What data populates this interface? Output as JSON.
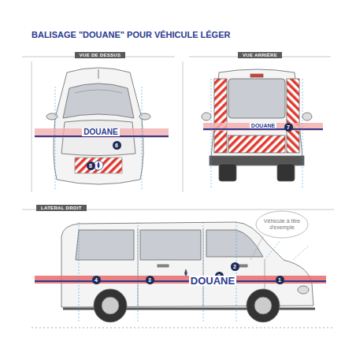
{
  "diagram": {
    "title": "BALISAGE \"DOUANE\" POUR VÉHICULE LÉGER",
    "nodes": [
      {
        "text": [
          "VUE DE DESSUS"
        ]
      },
      {
        "text": [
          "VUE ARRIÈRE"
        ]
      },
      {
        "text": [
          "LATERAL DROIT"
        ]
      },
      {
        "text": [
          "6"
        ]
      },
      {
        "text": [
          "8"
        ]
      },
      {
        "text": [
          "7"
        ]
      },
      {
        "text": [
          "4"
        ]
      },
      {
        "text": [
          "3"
        ]
      },
      {
        "text": [
          "9"
        ]
      },
      {
        "text": [
          "2"
        ]
      },
      {
        "text": [
          "1"
        ]
      },
      {
        "text": [
          "Véhicule à titre d'exemple"
        ]
      }
    ],
    "labels": [
      "DOUANE",
      "DOUANE",
      "DOUANE"
    ]
  }
}
